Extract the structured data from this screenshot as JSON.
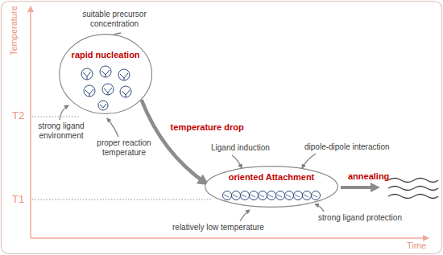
{
  "diagram": {
    "nodes": [
      {
        "text": [
          "rapid nucleation"
        ]
      },
      {
        "text": [
          "oriented Attachment"
        ]
      }
    ],
    "edges": [
      {
        "from": 0,
        "to": 1,
        "arrow": "to",
        "label": "temperature drop"
      }
    ],
    "labels": [
      "suitable precursor concentration",
      "strong ligand environment",
      "proper reaction temperature",
      "Ligand induction",
      "dipole-dipole interaction",
      "relatively low temperature",
      "strong ligand protection",
      "annealing",
      "Temperature",
      "Time",
      "T2",
      "T1"
    ]
  }
}
